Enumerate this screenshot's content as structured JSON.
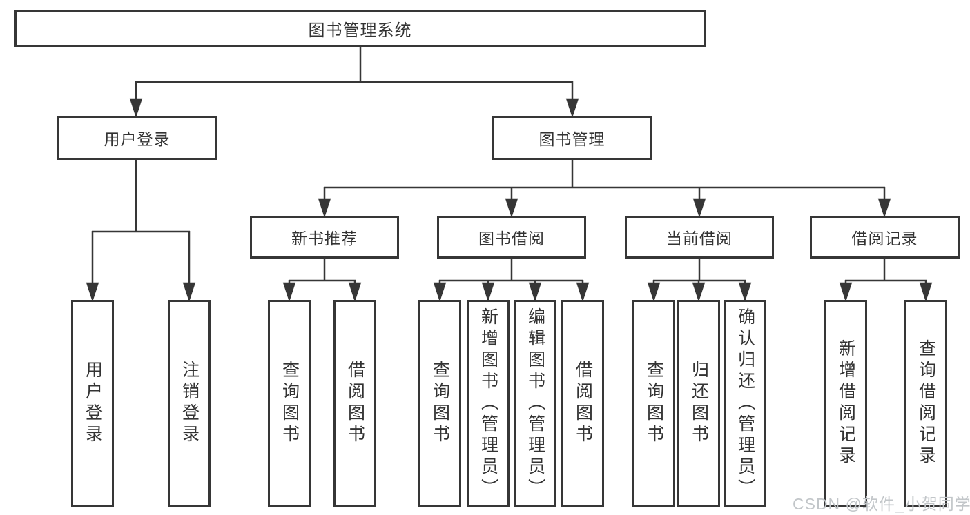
{
  "tree": {
    "root": "图书管理系统",
    "user_login": {
      "label": "用户登录",
      "children": [
        "用户登录",
        "注销登录"
      ]
    },
    "book_mgmt": {
      "label": "图书管理",
      "groups": [
        {
          "label": "新书推荐",
          "children": [
            "查询图书",
            "借阅图书"
          ]
        },
        {
          "label": "图书借阅",
          "children": [
            "查询图书",
            "新增图书（管理员）",
            "编辑图书（管理员）",
            "借阅图书"
          ]
        },
        {
          "label": "当前借阅",
          "children": [
            "查询图书",
            "归还图书",
            "确认归还（管理员）"
          ]
        },
        {
          "label": "借阅记录",
          "children": [
            "新增借阅记录",
            "查询借阅记录"
          ]
        }
      ]
    }
  },
  "watermark": {
    "text": "CSDN @软件_小贺同学",
    "color": "#c2c6c9"
  },
  "colors": {
    "line": "#363636",
    "text": "#333333",
    "background": "#ffffff"
  }
}
